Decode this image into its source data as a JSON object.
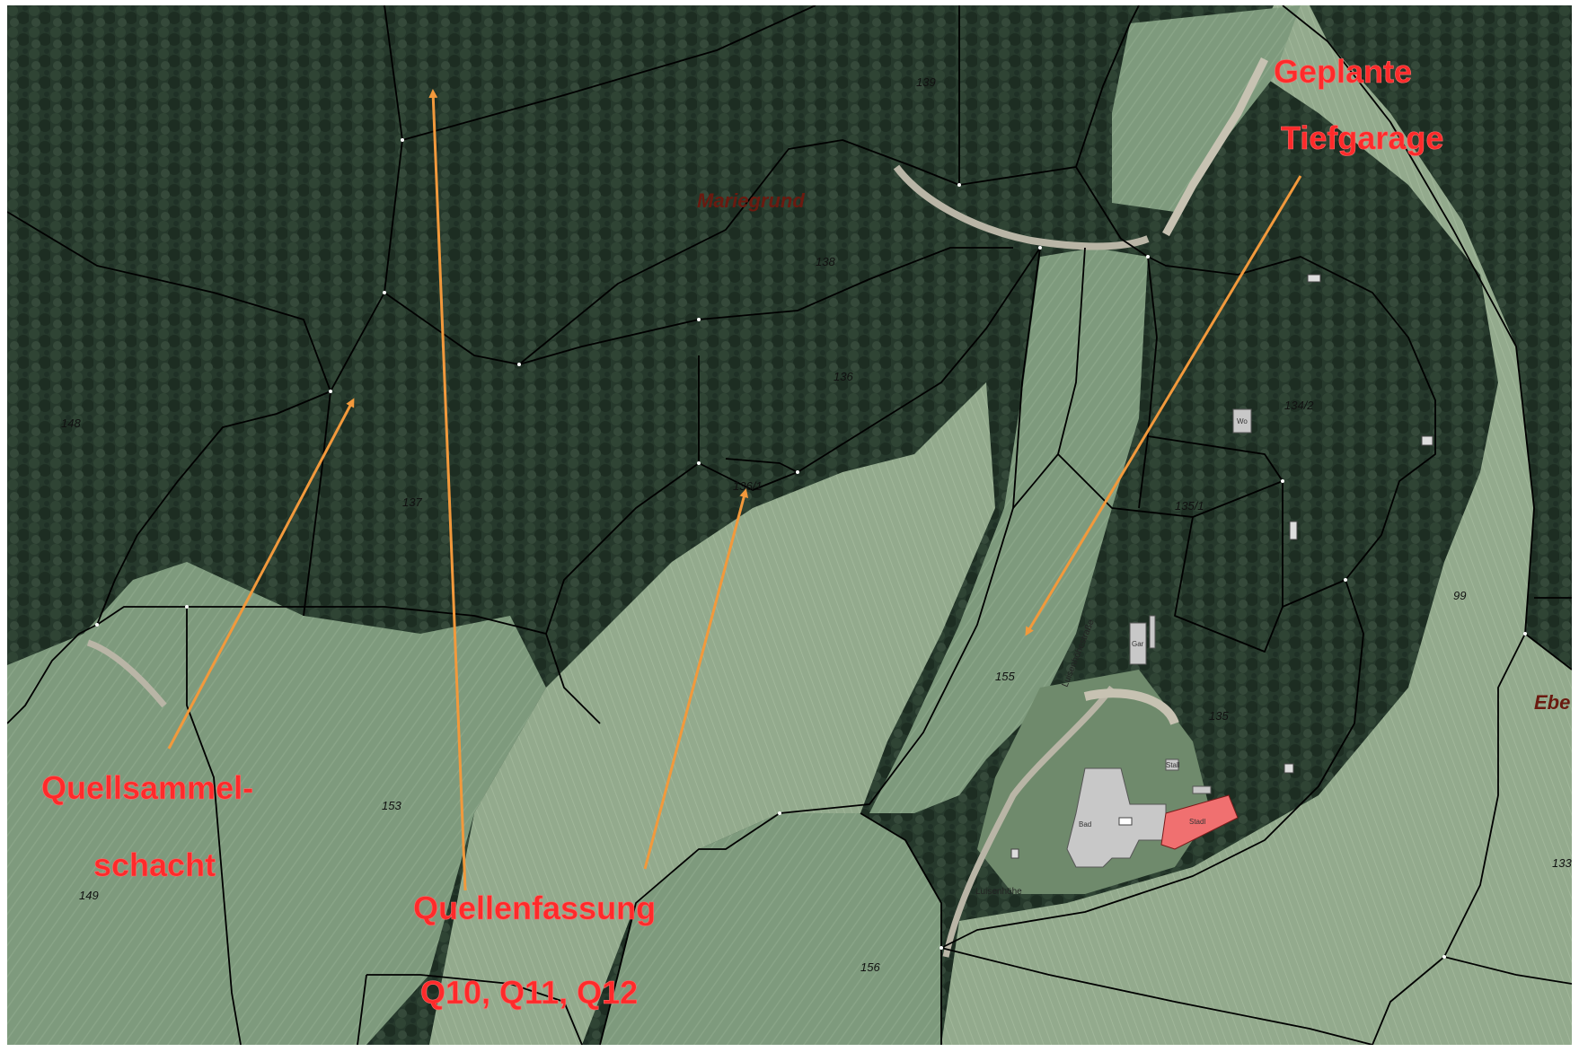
{
  "map": {
    "place_labels": [
      "Mariegrund",
      "Ebe"
    ],
    "parcel_numbers": [
      "139",
      "138",
      "136",
      "136/1",
      "137",
      "148",
      "153",
      "149",
      "155",
      "156",
      "135",
      "135/1",
      "134/2",
      "99",
      "133"
    ],
    "small_labels": [
      "Luisenhöhe",
      "Luisenhöhestraße"
    ],
    "building_labels": [
      "Gar",
      "Bad",
      "Wo",
      "Stall",
      "Stadl"
    ],
    "annotations": {
      "tiefgarage_line1": "Geplante",
      "tiefgarage_line2": "Tiefgarage",
      "schacht_line1": "Quellsammel-",
      "schacht_line2": "schacht",
      "fassung_line1": "Quellenfassung",
      "fassung_line2": "Q10, Q11, Q12"
    },
    "colors": {
      "forest": "#26392c",
      "forest_light": "#33463a",
      "meadow": "#7e9a7d",
      "meadow_light": "#9aae92",
      "road": "#b9b5a6",
      "parcel_line": "#000000",
      "arrow": "#f2993c",
      "annotation_text": "#ff2a2a",
      "planned_garage": "#f07070",
      "building": "#c8c8c8"
    }
  }
}
